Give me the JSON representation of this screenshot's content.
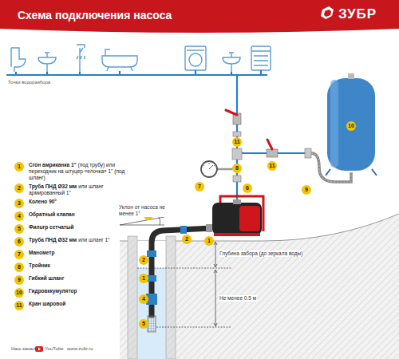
{
  "diagram": {
    "title": "Схема подключения насоса",
    "labels": [
      "ЗУБР",
      "Точки водоразбора",
      "1",
      "Сгон амриканка 1\"",
      "(под трубу) или переходник на штуцер «елочка» 1\" (под шланг)",
      "2",
      "Труба ПНД Ø32 мм",
      "или шланг армированный 1\"",
      "3",
      "Колено 90°",
      "4",
      "Обратный клапан",
      "5",
      "Фильтр сетчатый",
      "6",
      "Труба ПНД Ø32 мм",
      "или шланг 1\"",
      "7",
      "Манометр",
      "8",
      "Тройник",
      "9",
      "Гибкий шланг",
      "10",
      "Гидроаккумулятор",
      "11",
      "Кран шаровой",
      "11",
      "8",
      "6",
      "7",
      "11",
      "9",
      "10",
      "3",
      "2",
      "1",
      "2",
      "1",
      "4",
      "5",
      "Уклон от насоса не менее 1°",
      "Глубина забора (до зеркала воды)",
      "Не менее 0.5 м",
      "Наш канал:",
      "YouTube",
      "www.zubr.ru"
    ]
  }
}
